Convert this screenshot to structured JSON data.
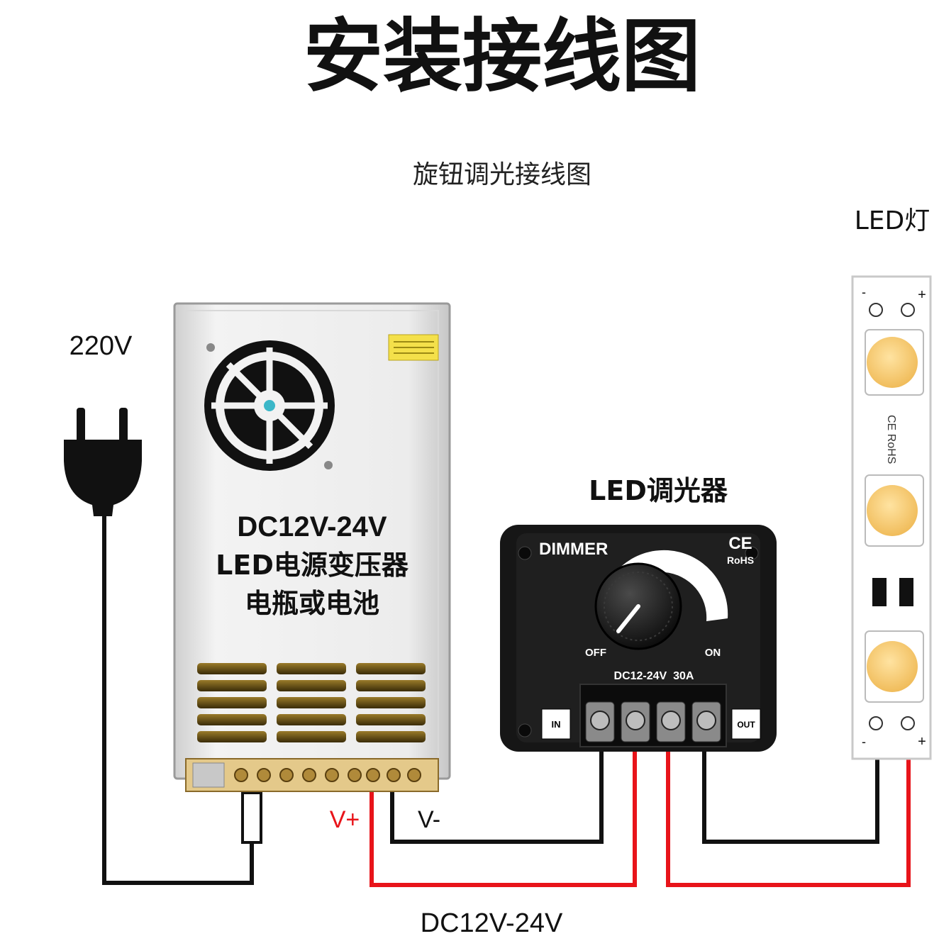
{
  "title": "安装接线图",
  "subtitle": "旋钮调光接线图",
  "labels": {
    "ac_input": "220V",
    "led_strip": "LED灯",
    "dimmer": "LED调光器",
    "v_plus": "V+",
    "v_minus": "V-",
    "bottom_voltage": "DC12V-24V"
  },
  "power_supply": {
    "line1": "DC12V-24V",
    "line2": "LED电源变压器",
    "line3": "电瓶或电池"
  },
  "dimmer_unit": {
    "brand": "DIMMER",
    "ce": "CE",
    "rohs": "RoHS",
    "off": "OFF",
    "on": "ON",
    "rating": "DC12-24V  30A",
    "in_label": "IN",
    "out_label": "OUT"
  },
  "led_strip_marks": {
    "minus_top": "-",
    "plus_top": "+",
    "cert": "CE RoHS",
    "minus_bottom": "-",
    "plus_bottom": "+"
  },
  "colors": {
    "positive_wire": "#e8141a",
    "negative_wire": "#111111",
    "led_chip": "#f2c46e"
  },
  "icons": [
    "plug-icon",
    "fan-icon",
    "knob-icon"
  ]
}
